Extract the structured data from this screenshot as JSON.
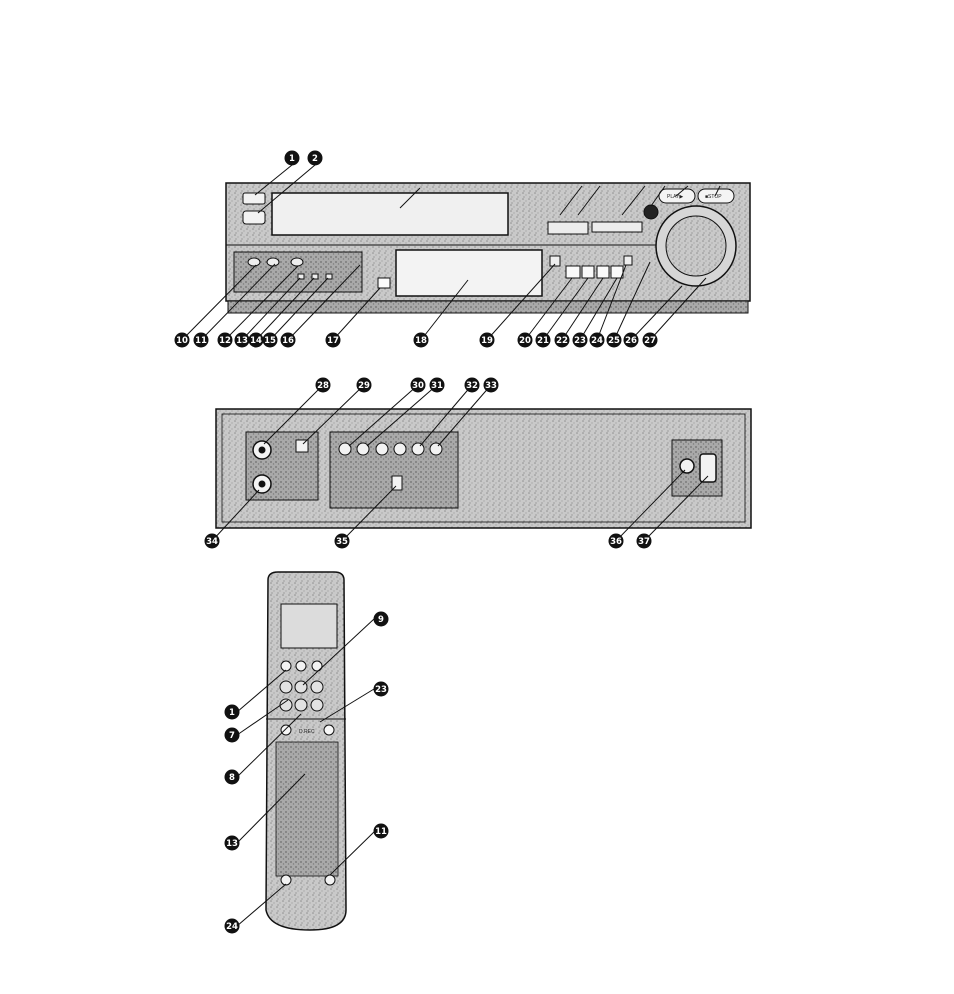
{
  "front_panel": {
    "labels": {
      "play": "PLAY▶",
      "stop": "■STOP"
    },
    "callouts_top": [
      "1",
      "2"
    ],
    "callouts_bottom": [
      "10",
      "11",
      "12",
      "13",
      "14",
      "15",
      "16",
      "17",
      "18",
      "19",
      "20",
      "21",
      "22",
      "23",
      "24",
      "25",
      "26",
      "27"
    ]
  },
  "rear_panel": {
    "callouts_top": [
      "28",
      "29",
      "30",
      "31",
      "32",
      "33"
    ],
    "callouts_bottom": [
      "34",
      "35",
      "36",
      "37"
    ]
  },
  "remote": {
    "label_direct_rec": "D.REC",
    "callouts_right": [
      "9",
      "23",
      "11"
    ],
    "callouts_left": [
      "1",
      "7",
      "8",
      "13",
      "24"
    ]
  },
  "colors": {
    "ink": "#111111",
    "panel": "#cfcfcf",
    "panel_dark": "#9a9a9a",
    "paper": "#ffffff"
  }
}
